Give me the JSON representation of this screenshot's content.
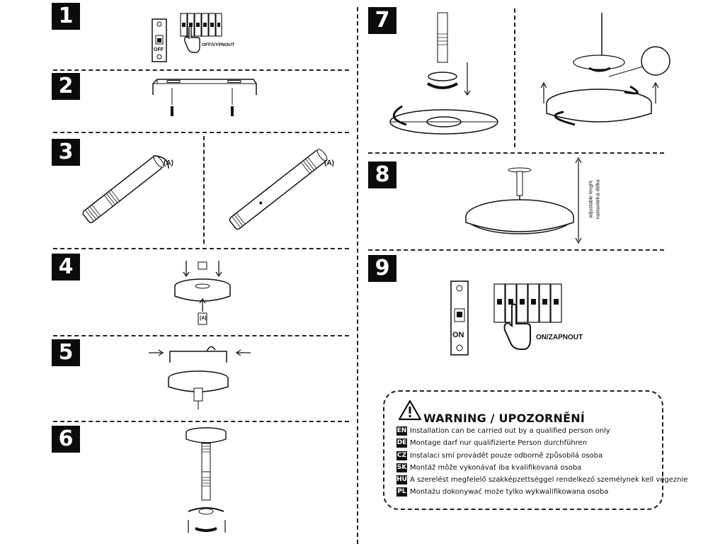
{
  "steps": [
    "1",
    "2",
    "3",
    "4",
    "5",
    "6",
    "7",
    "8",
    "9"
  ],
  "labels": {
    "off": "OFF",
    "off_text": "OFF/VYPNOUT",
    "on": "ON",
    "on_text": "ON/ZAPNOUT",
    "part_a": "(A)",
    "adjustable_en": "adjustable lenght",
    "adjustable_cz": "nastavitelná délka"
  },
  "warning": {
    "title": "WARNING / UPOZORNĚNÍ",
    "rows": [
      {
        "code": "EN",
        "text": "Installation can be carried out by a qualified person only"
      },
      {
        "code": "DE",
        "text": "Montage darf nur qualifizierte Person durchführen"
      },
      {
        "code": "CZ",
        "text": "Instalaci smí provádět pouze odborně způsobilá osoba"
      },
      {
        "code": "SK",
        "text": "Montáž môže vykonávať iba kvalifikovaná osoba"
      },
      {
        "code": "HU",
        "text": "A szerelést megfelelő szakképzettséggel rendelkező személynek kell végeznie"
      },
      {
        "code": "PL",
        "text": "Montażu dokonywać może tylko wykwalifikowana osoba"
      }
    ]
  }
}
